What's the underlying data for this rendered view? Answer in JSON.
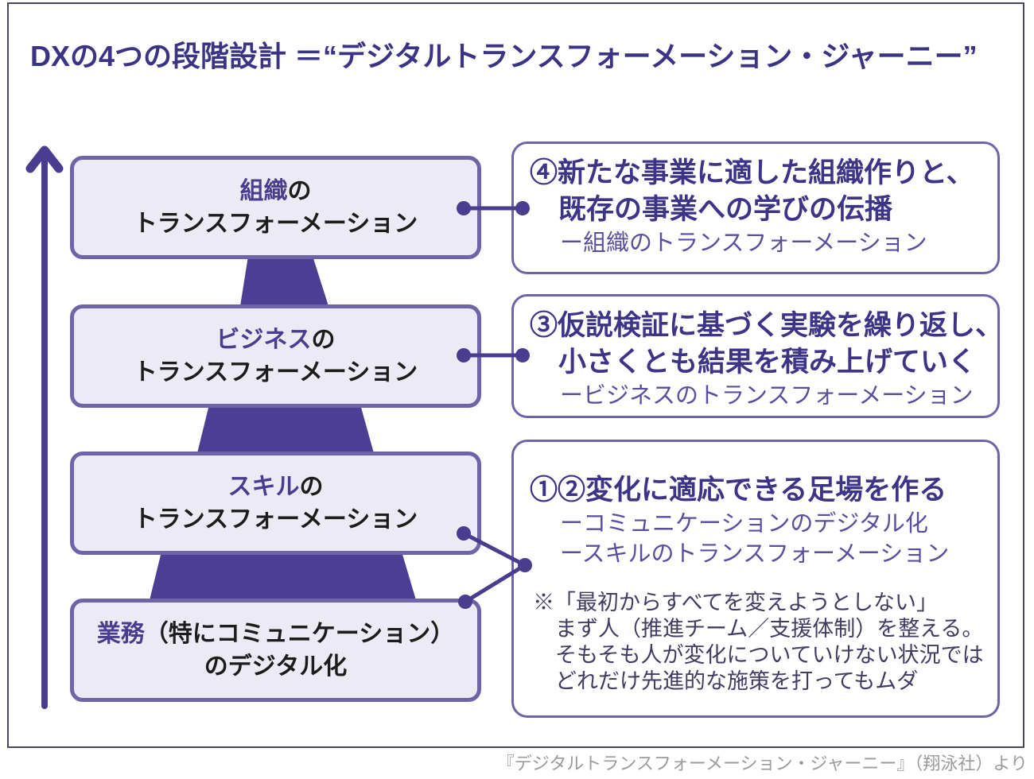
{
  "title": "DXの4つの段階設計 ＝“デジタルトランスフォーメーション・ジャーニー”",
  "colors": {
    "accent_dark": "#4a3c8f",
    "trapezoid_fill": "#4c3e94",
    "box_border": "#6f64a8",
    "left_box_fill": "#eceaf4",
    "heading_purple": "#3d3387",
    "sub_purple": "#5a4f9e",
    "note_text": "#423c63",
    "body_black": "#1c1c1c",
    "caption_gray": "#9b9b9b"
  },
  "pyramid": [
    {
      "highlight": "組織",
      "rest": "の",
      "line2": "トランスフォーメーション"
    },
    {
      "highlight": "ビジネス",
      "rest": "の",
      "line2": "トランスフォーメーション"
    },
    {
      "highlight": "スキル",
      "rest": "の",
      "line2": "トランスフォーメーション"
    },
    {
      "highlight": "業務",
      "rest": "（特にコミュニケーション）",
      "line2": "のデジタル化"
    }
  ],
  "annotations": [
    {
      "heading_line1": "④新たな事業に適した組織作りと、",
      "heading_line2": "既存の事業への学びの伝播",
      "sub_lines": [
        "ー組織のトランスフォーメーション"
      ]
    },
    {
      "heading_line1": "③仮説検証に基づく実験を繰り返し、",
      "heading_line2": "小さくとも結果を積み上げていく",
      "sub_lines": [
        "ービジネスのトランスフォーメーション"
      ]
    },
    {
      "heading_line1": "①②変化に適応できる足場を作る",
      "sub_lines": [
        "ーコミュニケーションのデジタル化",
        "ースキルのトランスフォーメーション"
      ],
      "note_lines": [
        "※「最初からすべてを変えようとしない」",
        "まず人（推進チーム／支援体制）を整える。",
        "そもそも人が変化についていけない状況では",
        "どれだけ先進的な施策を打ってもムダ"
      ]
    }
  ],
  "caption": "『デジタルトランスフォーメーション・ジャーニー』（翔泳社）より"
}
